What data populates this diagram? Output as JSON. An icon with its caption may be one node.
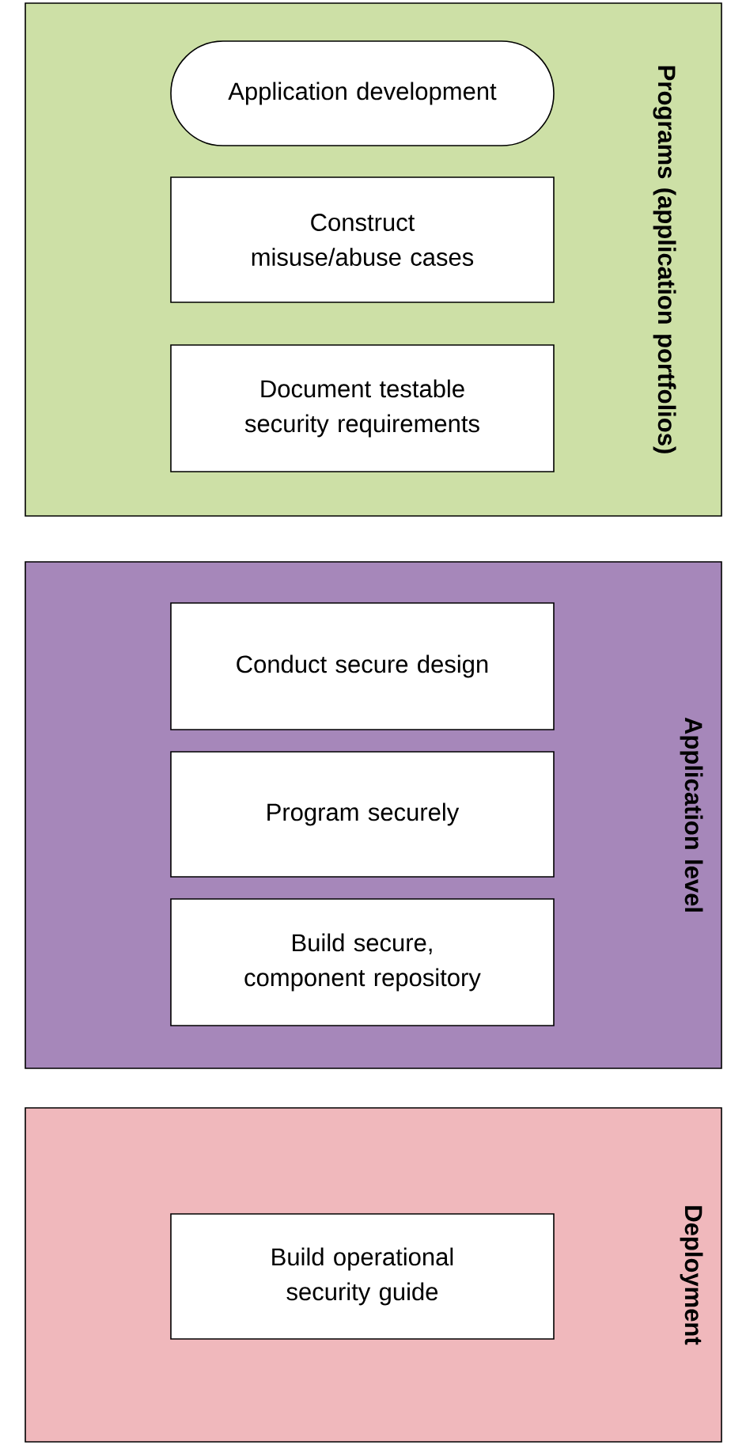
{
  "diagram": {
    "nodes": [
      {
        "text": [
          "Programs (application portfolios)"
        ]
      },
      {
        "text": [
          "Application development"
        ],
        "in": 0
      },
      {
        "text": [
          "Construct misuse/abuse cases"
        ],
        "in": 0
      },
      {
        "text": [
          "Document testable security requirements"
        ],
        "in": 0
      },
      {
        "text": [
          "Application level"
        ]
      },
      {
        "text": [
          "Conduct secure design"
        ],
        "in": 4
      },
      {
        "text": [
          "Program securely"
        ],
        "in": 4
      },
      {
        "text": [
          "Build secure, component repository"
        ],
        "in": 4
      },
      {
        "text": [
          "Deployment"
        ]
      },
      {
        "text": [
          "Build operational security guide"
        ],
        "in": 8
      }
    ]
  }
}
